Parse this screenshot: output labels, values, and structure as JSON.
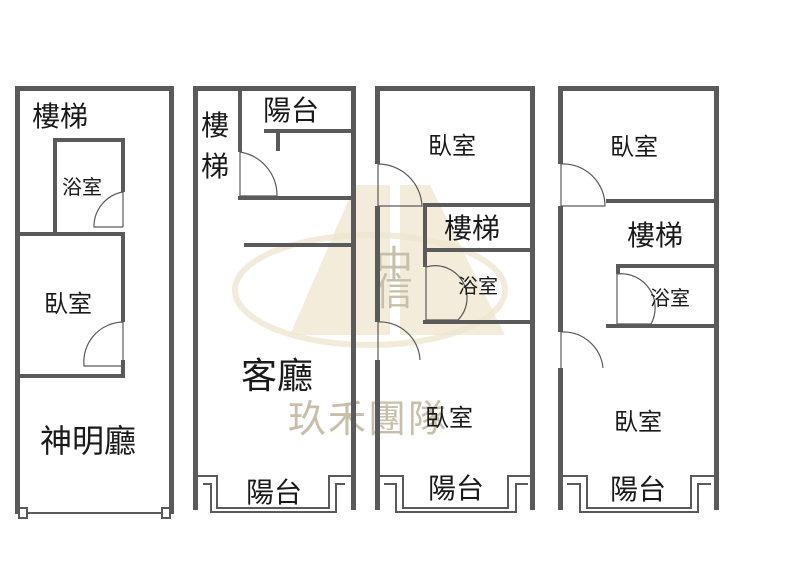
{
  "floors": [
    {
      "rooms": {
        "stairs": "樓梯",
        "bath": "浴室",
        "bedroom": "臥室",
        "shrine": "神明廳"
      }
    },
    {
      "rooms": {
        "balcony_top": "陽台",
        "stairs": "樓梯",
        "living": "客廳",
        "balcony_bottom": "陽台"
      }
    },
    {
      "rooms": {
        "bedroom_top": "臥室",
        "stairs": "樓梯",
        "bath": "浴室",
        "bedroom_bottom": "臥室",
        "balcony": "陽台"
      }
    },
    {
      "rooms": {
        "bedroom_top": "臥室",
        "stairs": "樓梯",
        "bath": "浴室",
        "bedroom_bottom": "臥室",
        "balcony": "陽台"
      }
    }
  ],
  "watermark": {
    "text": "玖禾團隊",
    "logo_chars": [
      "中",
      "信"
    ]
  },
  "colors": {
    "wall": "#5a5a5a",
    "watermark": "#c9bfa9",
    "text": "#1a1a1a"
  }
}
